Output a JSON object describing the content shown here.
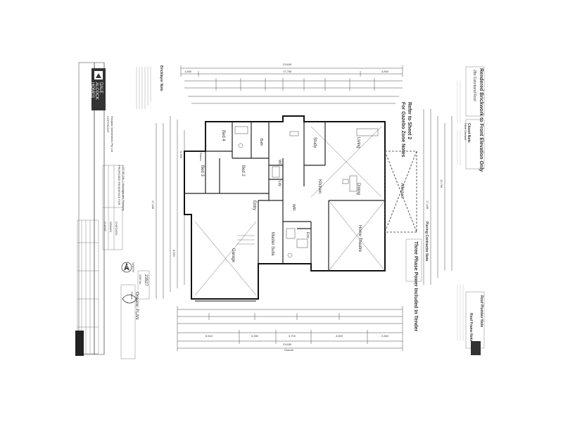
{
  "brand": {
    "name_line1": "DALE",
    "name_line2": "ALCOCK",
    "name_line3": "HOMES"
  },
  "copyright": {
    "label": "COPYRIGHT",
    "owner": "Douglas Investments Pty Ltd"
  },
  "title_block": {
    "drawing_title": "PROPOSED RESIDENCE FOR",
    "lot": "LOT 85 (No. ) Woodgarden Parkway",
    "client": "CLIENT",
    "drawn": "DRAWN",
    "checked": "CHECKED",
    "job_no": "JOB No.",
    "job_value": "23527",
    "plan_ref": "PLAN"
  },
  "notes": {
    "rendered_brickwork": "Rendered Brickwork to Front Elevation Only",
    "colorbond_roof": "28o Colorbond Roof",
    "refer_sheet": "Refer to Sheet 2",
    "for_gazebo": "For Gazebo Zone Notes",
    "brick_layer": "Bricklayer Note",
    "closet_note": "Closet Note",
    "fibre_cement": "Fibre Cement",
    "piering_note": "Piering Contractor Note",
    "roof_plumber_note": "Roof Plumber Note",
    "roof_frame_note": "Roof Frame Note",
    "three_phase": "Three Phase Power Included In Tender"
  },
  "rooms": {
    "bed4": "Bed 4",
    "bath": "Bath",
    "bed3": "Bed 3",
    "bed2": "Bed 2",
    "wc": "WC",
    "ldy": "Ldy",
    "study": "Study",
    "living": "Living",
    "kitchen": "Kitchen",
    "dining": "Dining",
    "alfresco": "Alfresco",
    "entry": "Entry",
    "wir": "WIR",
    "ens": "Ens",
    "garage": "Garage",
    "master_suite": "Master Suite",
    "home_theatre": "Home Theatre",
    "robes": "Robes"
  },
  "dimensions": {
    "top_overall": "23,630",
    "top_mid": "17,750",
    "top_left": "1,840",
    "top_right": "3,840",
    "bottom_overall": "23,630",
    "bottom_garage": "6,610",
    "bottom_master": "4,330",
    "bottom_ens": "3,710",
    "bottom_theatre": "4,520",
    "bottom_right": "2,840",
    "overall_label": "Overall",
    "left_depth": "17,449",
    "right_depth": "17,449",
    "right_dim": "12,769",
    "garage_dim": "6,020",
    "mid_dim": "9,290"
  },
  "north": {
    "label": "NORTH",
    "marker": "N"
  },
  "logo2": {
    "name": "Oceanic PLAN"
  }
}
